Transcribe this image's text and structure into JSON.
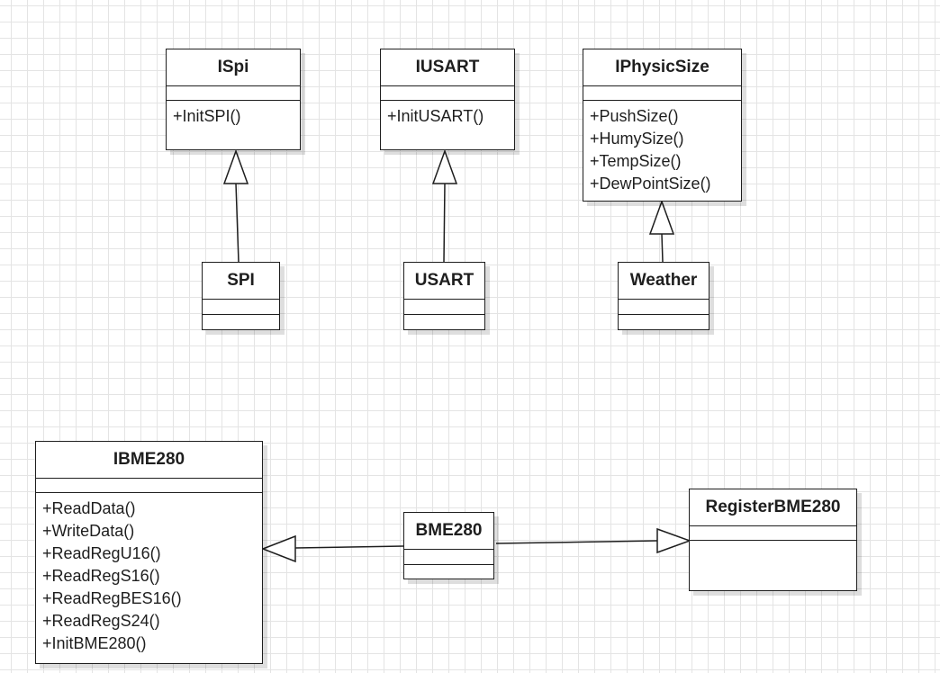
{
  "diagram": {
    "classes": {
      "ispi": {
        "name": "ISpi",
        "operations": [
          "+InitSPI()"
        ]
      },
      "iusart": {
        "name": "IUSART",
        "operations": [
          "+InitUSART()"
        ]
      },
      "iphysicsize": {
        "name": "IPhysicSize",
        "operations": [
          "+PushSize()",
          "+HumySize()",
          "+TempSize()",
          "+DewPointSize()"
        ]
      },
      "spi": {
        "name": "SPI",
        "operations": []
      },
      "usart": {
        "name": "USART",
        "operations": []
      },
      "weather": {
        "name": "Weather",
        "operations": []
      },
      "ibme280": {
        "name": "IBME280",
        "operations": [
          "+ReadData()",
          "+WriteData()",
          "+ReadRegU16()",
          "+ReadRegS16()",
          "+ReadRegBES16()",
          "+ReadRegS24()",
          "+InitBME280()"
        ]
      },
      "bme280": {
        "name": "BME280",
        "operations": []
      },
      "registerbme280": {
        "name": "RegisterBME280",
        "operations": []
      }
    },
    "relations": [
      {
        "from": "SPI",
        "to": "ISpi",
        "type": "realization"
      },
      {
        "from": "USART",
        "to": "IUSART",
        "type": "realization"
      },
      {
        "from": "Weather",
        "to": "IPhysicSize",
        "type": "realization"
      },
      {
        "from": "BME280",
        "to": "IBME280",
        "type": "realization"
      },
      {
        "from": "BME280",
        "to": "RegisterBME280",
        "type": "realization"
      }
    ],
    "colors": {
      "stroke": "#1e1e1e",
      "background": "#ffffff",
      "grid": "#e4e4e4"
    }
  }
}
